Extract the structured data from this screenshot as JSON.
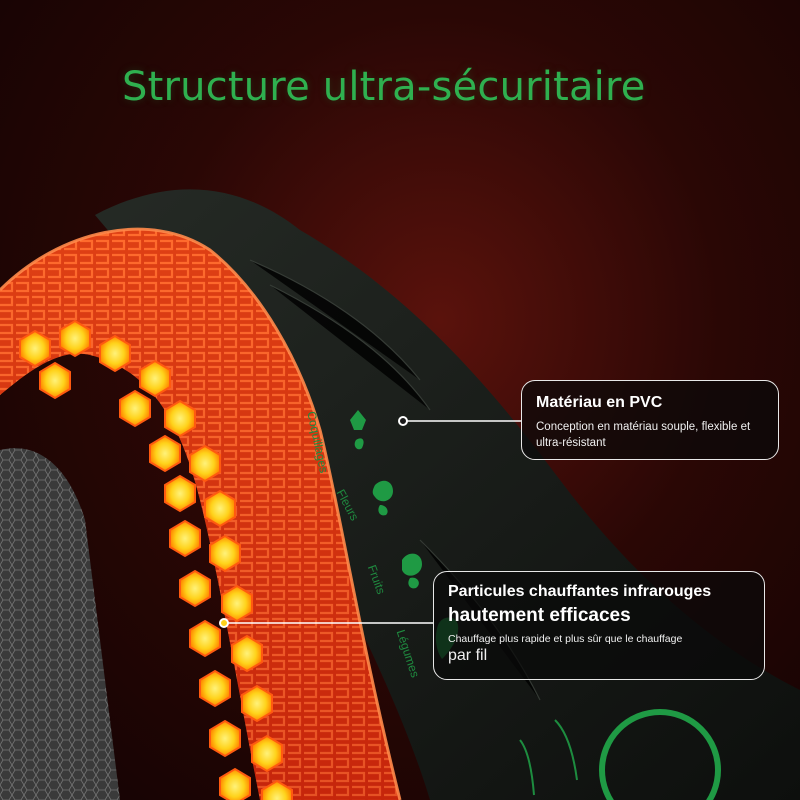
{
  "title": "Structure ultra-sécuritaire",
  "callouts": [
    {
      "title": "Matériau en PVC",
      "description": "Conception en matériau souple, flexible et ultra-résistant"
    },
    {
      "title_line1": "Particules chauffantes infrarouges",
      "title_line2": "hautement efficaces",
      "description_line1": "Chauffage plus rapide et plus sûr que le chauffage",
      "description_line2": "par fil"
    }
  ],
  "mat_labels": [
    "Coquillages",
    "Fleurs",
    "Fruits",
    "Légumes"
  ],
  "colors": {
    "title_green": "#2fb04f",
    "heating_orange": "#ff4a14",
    "particle_yellow": "#ffd21a",
    "mat_dark": "#1c201c",
    "callout_border": "#e8e8e8"
  },
  "icons": [
    "flower-icon",
    "flower-icon",
    "fruit-icon",
    "vegetable-icon"
  ]
}
